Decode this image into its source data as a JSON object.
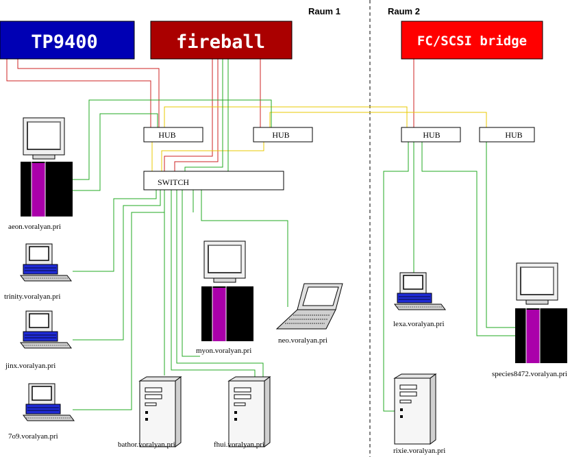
{
  "rooms": {
    "room1": "Raum 1",
    "room2": "Raum 2"
  },
  "servers": {
    "tp9400": "TP9400",
    "fireball": "fireball",
    "fcscsi": "FC/SCSI bridge"
  },
  "network": {
    "hub1": "HUB",
    "hub2": "HUB",
    "hub3": "HUB",
    "hub4": "HUB",
    "switch": "SWITCH"
  },
  "hosts": {
    "aeon": "aeon.voralyan.pri",
    "trinity": "trinity.voralyan.pri",
    "jinx": "jinx.voralyan.pri",
    "seven": "7o9.voralyan.pri",
    "bathor": "bathor.voralyan.pri",
    "fhui": "fhui.voralyan.pri",
    "myon": "myon.voralyan.pri",
    "neo": "neo.voralyan.pri",
    "lexa": "lexa.voralyan.pri",
    "rixie": "rixie.voralyan.pri",
    "species": "species8472.voralyan.pri"
  },
  "colors": {
    "tp9400": "#0000b4",
    "fireball": "#aa0000",
    "fcscsi": "#ff0000",
    "red_link": "#cc2222",
    "green_link": "#22aa22",
    "yellow_link": "#e8c800",
    "tower_accent": "#aa00aa",
    "monitor_base": "#1f2bd6"
  }
}
